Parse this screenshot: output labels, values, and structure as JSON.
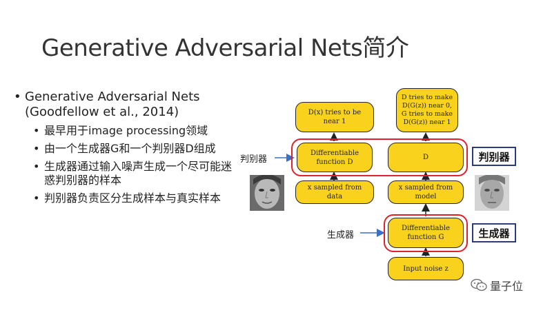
{
  "title": "Generative Adversarial Nets简介",
  "bullets": {
    "main": "Generative Adversarial Nets (Goodfellow et al., 2014)",
    "subs": [
      "最早用于image processing领域",
      "由一个生成器G和一个判别器D组成",
      "生成器通过输入噪声生成一个尽可能迷惑判别器的样本",
      "判别器负责区分生成样本与真实样本"
    ]
  },
  "diagram": {
    "left_target": "D(x) tries to be near 1",
    "right_target": "D tries to make D(G(z)) near 0, G tries to make D(G(z)) near 1",
    "disc_left": "Differentiable function D",
    "disc_right": "D",
    "sample_data": "x sampled from data",
    "sample_model": "x sampled from model",
    "generator": "Differentiable function G",
    "noise": "Input noise z",
    "discriminator_side_label": "判别器",
    "generator_side_label": "生成器",
    "discriminator_tag": "判别器",
    "generator_tag": "生成器"
  },
  "watermark": "量子位",
  "colors": {
    "box_fill": "#f8d21c",
    "highlight": "#e0202a",
    "tag_border": "#2a3a7a",
    "arrow_blue": "#3a6fc4"
  }
}
